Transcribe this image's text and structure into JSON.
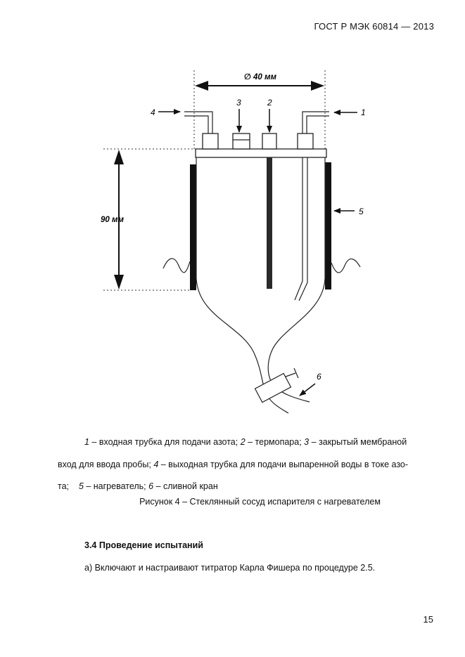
{
  "header": {
    "standard": "ГОСТ Р МЭК 60814 — 2013"
  },
  "figure": {
    "labels": {
      "diameter": "∅ 40 мм",
      "height": "90 мм",
      "n1": "1",
      "n2": "2",
      "n3": "3",
      "n4": "4",
      "n5": "5",
      "n6": "6"
    }
  },
  "legend": {
    "l1_num": "1",
    "l1_text": " – входная трубка для подачи азота; ",
    "l2_num": "2",
    "l2_text": " – термопара; ",
    "l3_num": "3",
    "l3_text_a": " – закрытый мембраной",
    "l3_text_b": "вход для ввода пробы; ",
    "l4_num": "4",
    "l4_text": " – выходная трубка для подачи выпаренной воды в токе азо-",
    "l4_text_c": "та;    ",
    "l5_num": "5",
    "l5_text": " – нагреватель; ",
    "l6_num": "6",
    "l6_text": " – сливной кран"
  },
  "figure_title": "Рисунок 4 – Стеклянный сосуд испарителя с нагревателем",
  "section": {
    "title": "3.4 Проведение испытаний",
    "paragraph": "а) Включают и настраивают титратор Карла Фишера по процедуре 2.5."
  },
  "page_number": "15"
}
